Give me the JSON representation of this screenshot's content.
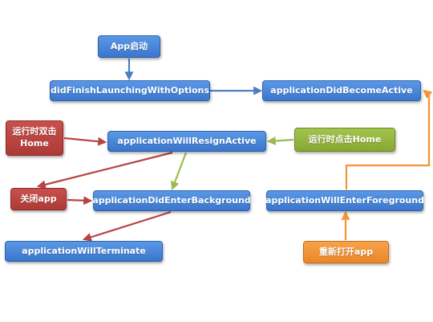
{
  "nodes": {
    "app_launch": "App启动",
    "did_finish": "didFinishLaunchingWithOptions",
    "did_become_active": "applicationDidBecomeActive",
    "running_double": "运行时双击Home",
    "will_resign": "applicationWillResignActive",
    "running_home": "运行时点击Home",
    "close_app": "关闭app",
    "did_enter_bg": "applicationDidEnterBackground",
    "will_enter_fg": "applicationWillEnterForeground",
    "will_terminate": "applicationWillTerminate",
    "reopen_app": "重新打开app"
  },
  "colors": {
    "blue_arrow": "#4a7fc4",
    "red_arrow": "#b84444",
    "green_arrow": "#9bbb4e",
    "orange_arrow": "#f29437"
  }
}
